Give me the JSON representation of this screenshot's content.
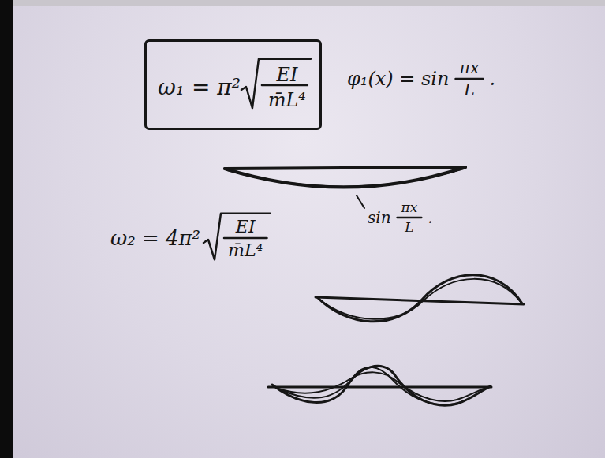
{
  "diagram": {
    "nodes": [
      {
        "text": [
          "ω₁ = π²",
          "EI",
          "m̄L⁴"
        ]
      }
    ],
    "labels": [
      "φ₁(x) = sin",
      "πx",
      "L",
      ".",
      "sin",
      "πx",
      "L",
      ".",
      "ω₂ = 4π²",
      "EI",
      "m̄L⁴"
    ]
  }
}
